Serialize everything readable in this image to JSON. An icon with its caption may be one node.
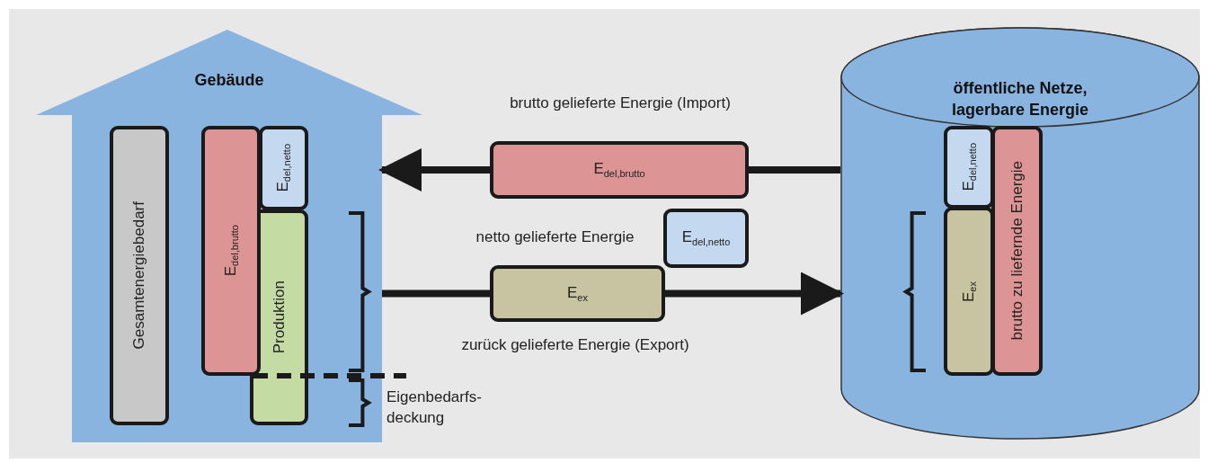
{
  "diagram": {
    "nodes": [
      {
        "text": [
          "Gebäude"
        ]
      },
      {
        "text": [
          "Gesamtenergiebedarf"
        ],
        "in": 0
      },
      {
        "text": [
          "E$_{del,brutto}$"
        ],
        "in": 0
      },
      {
        "text": [
          "E$_{del,netto}$"
        ],
        "in": 0
      },
      {
        "text": [
          "Produktion"
        ],
        "in": 0
      },
      {
        "text": [
          "öffentliche Netze, lagerbare Energie"
        ]
      },
      {
        "text": [
          "E$_{del,netto}$"
        ],
        "in": 5
      },
      {
        "text": [
          "E$_{ex}$"
        ],
        "in": 5
      },
      {
        "text": [
          "brutto zu liefernde Energie"
        ],
        "in": 5
      },
      {
        "text": [
          "E$_{del,brutto}$"
        ],
        "beside": [
          "brutto gelieferte Energie (Import)"
        ]
      },
      {
        "text": [
          "E$_{del,netto}$"
        ],
        "beside": [
          "netto gelieferte Energie"
        ]
      },
      {
        "text": [
          "E$_{ex}$"
        ],
        "beside": [
          "zurück gelieferte Energie (Export)"
        ]
      }
    ],
    "edges": [
      {
        "from": 5,
        "to": 9,
        "arrow": "none"
      },
      {
        "from": 9,
        "to": 0,
        "arrow": "to"
      },
      {
        "from": 0,
        "to": 11,
        "arrow": "none"
      },
      {
        "from": 11,
        "to": 5,
        "arrow": "to"
      }
    ],
    "labels": [
      "Eigenbedarfs-deckung"
    ]
  }
}
